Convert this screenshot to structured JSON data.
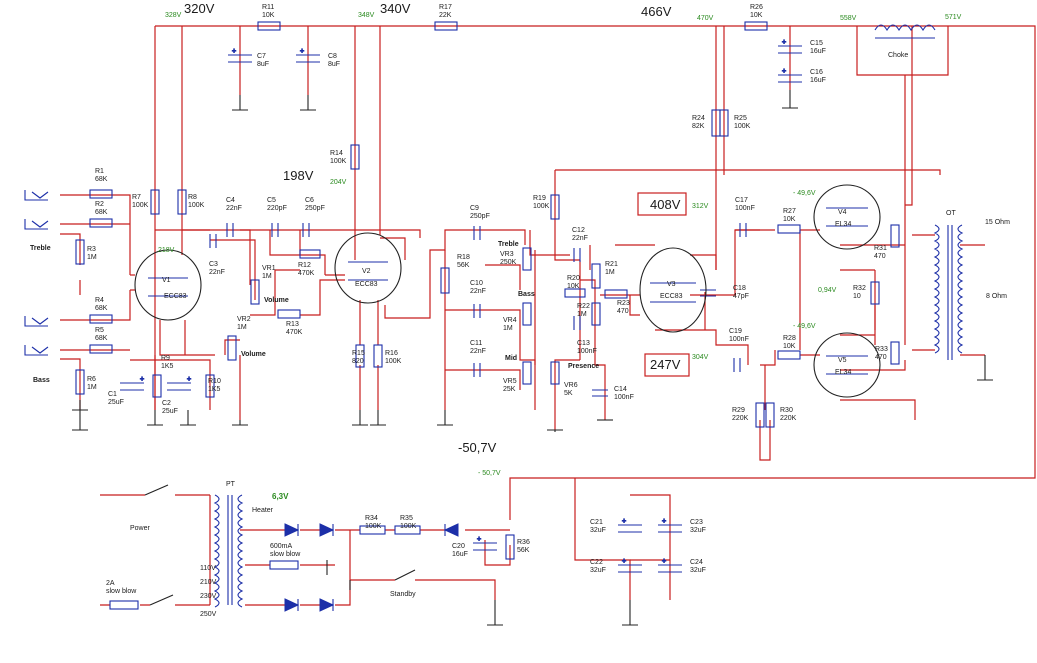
{
  "voltages": {
    "v320": "320V",
    "v340": "340V",
    "v466": "466V",
    "v198": "198V",
    "v408": "408V",
    "v247": "247V",
    "v_neg507": "-50,7V"
  },
  "green_voltages": {
    "g328": "328V",
    "g348": "348V",
    "g470": "470V",
    "g558": "558V",
    "g571": "571V",
    "g204": "204V",
    "g218": "218V",
    "g312": "312V",
    "g304": "304V",
    "g_bias1": "- 49,6V",
    "g_bias2": "- 49,6V",
    "g094": "0,94V",
    "g_neg507": "- 50,7V",
    "g63": "6,3V"
  },
  "components": {
    "R1": [
      "R1",
      "68K"
    ],
    "R2": [
      "R2",
      "68K"
    ],
    "R3": [
      "R3",
      "1M"
    ],
    "R4": [
      "R4",
      "68K"
    ],
    "R5": [
      "R5",
      "68K"
    ],
    "R6": [
      "R6",
      "1M"
    ],
    "R7": [
      "R7",
      "100K"
    ],
    "R8": [
      "R8",
      "100K"
    ],
    "R9": [
      "R9",
      "1K5"
    ],
    "R10": [
      "R10",
      "1K5"
    ],
    "R11": [
      "R11",
      "10K"
    ],
    "R12": [
      "R12",
      "470K"
    ],
    "R13": [
      "R13",
      "470K"
    ],
    "R14": [
      "R14",
      "100K"
    ],
    "R15": [
      "R15",
      "820"
    ],
    "R16": [
      "R16",
      "100K"
    ],
    "R17": [
      "R17",
      "22K"
    ],
    "R18": [
      "R18",
      "56K"
    ],
    "R19": [
      "R19",
      "100K"
    ],
    "R20": [
      "R20",
      "10K"
    ],
    "R21": [
      "R21",
      "1M"
    ],
    "R22": [
      "R22",
      "1M"
    ],
    "R23": [
      "R23",
      "470"
    ],
    "R24": [
      "R24",
      "82K"
    ],
    "R25": [
      "R25",
      "100K"
    ],
    "R26": [
      "R26",
      "10K"
    ],
    "R27": [
      "R27",
      "10K"
    ],
    "R28": [
      "R28",
      "10K"
    ],
    "R29": [
      "R29",
      "220K"
    ],
    "R30": [
      "R30",
      "220K"
    ],
    "R31": [
      "R31",
      "470"
    ],
    "R32": [
      "R32",
      "10"
    ],
    "R33": [
      "R33",
      "470"
    ],
    "R34": [
      "R34",
      "100K"
    ],
    "R35": [
      "R35",
      "100K"
    ],
    "R36": [
      "R36",
      "56K"
    ],
    "C1": [
      "C1",
      "25uF"
    ],
    "C2": [
      "C2",
      "25uF"
    ],
    "C3": [
      "C3",
      "22nF"
    ],
    "C4": [
      "C4",
      "22nF"
    ],
    "C5": [
      "C5",
      "220pF"
    ],
    "C6": [
      "C6",
      "250pF"
    ],
    "C7": [
      "C7",
      "8uF"
    ],
    "C8": [
      "C8",
      "8uF"
    ],
    "C9": [
      "C9",
      "250pF"
    ],
    "C10": [
      "C10",
      "22nF"
    ],
    "C11": [
      "C11",
      "22nF"
    ],
    "C12": [
      "C12",
      "22nF"
    ],
    "C13": [
      "C13",
      "100nF"
    ],
    "C14": [
      "C14",
      "100nF"
    ],
    "C15": [
      "C15",
      "16uF"
    ],
    "C16": [
      "C16",
      "16uF"
    ],
    "C17": [
      "C17",
      "100nF"
    ],
    "C18": [
      "C18",
      "47pF"
    ],
    "C19": [
      "C19",
      "100nF"
    ],
    "C20": [
      "C20",
      "16uF"
    ],
    "C21": [
      "C21",
      "32uF"
    ],
    "C22": [
      "C22",
      "32uF"
    ],
    "C23": [
      "C23",
      "32uF"
    ],
    "C24": [
      "C24",
      "32uF"
    ],
    "VR1": [
      "VR1",
      "1M"
    ],
    "VR2": [
      "VR2",
      "1M"
    ],
    "VR3": [
      "VR3",
      "250K"
    ],
    "VR4": [
      "VR4",
      "1M"
    ],
    "VR5": [
      "VR5",
      "25K"
    ],
    "VR6": [
      "VR6",
      "5K"
    ]
  },
  "tubes": {
    "V1": [
      "V1",
      "ECC83"
    ],
    "V2": [
      "V2",
      "ECC83"
    ],
    "V3": [
      "V3",
      "ECC83"
    ],
    "V4": [
      "V4",
      "EL34"
    ],
    "V5": [
      "V5",
      "EL34"
    ]
  },
  "labels": {
    "treble_in": "Treble",
    "bass_in": "Bass",
    "volume1": "Volume",
    "volume2": "Volume",
    "treble_tone": "Treble",
    "bass_tone": "Bass",
    "mid_tone": "Mid",
    "presence": "Presence",
    "choke": "Choke",
    "ot": "OT",
    "ohm15": "15 Ohm",
    "ohm8": "8 Ohm",
    "pt": "PT",
    "power": "Power",
    "heater": "Heater",
    "fuse_small": "600mA\nslow blow",
    "fuse_main": "2A\nslow blow",
    "standby": "Standby",
    "tap110": "110V",
    "tap210": "210V",
    "tap230": "230V",
    "tap250": "250V"
  }
}
